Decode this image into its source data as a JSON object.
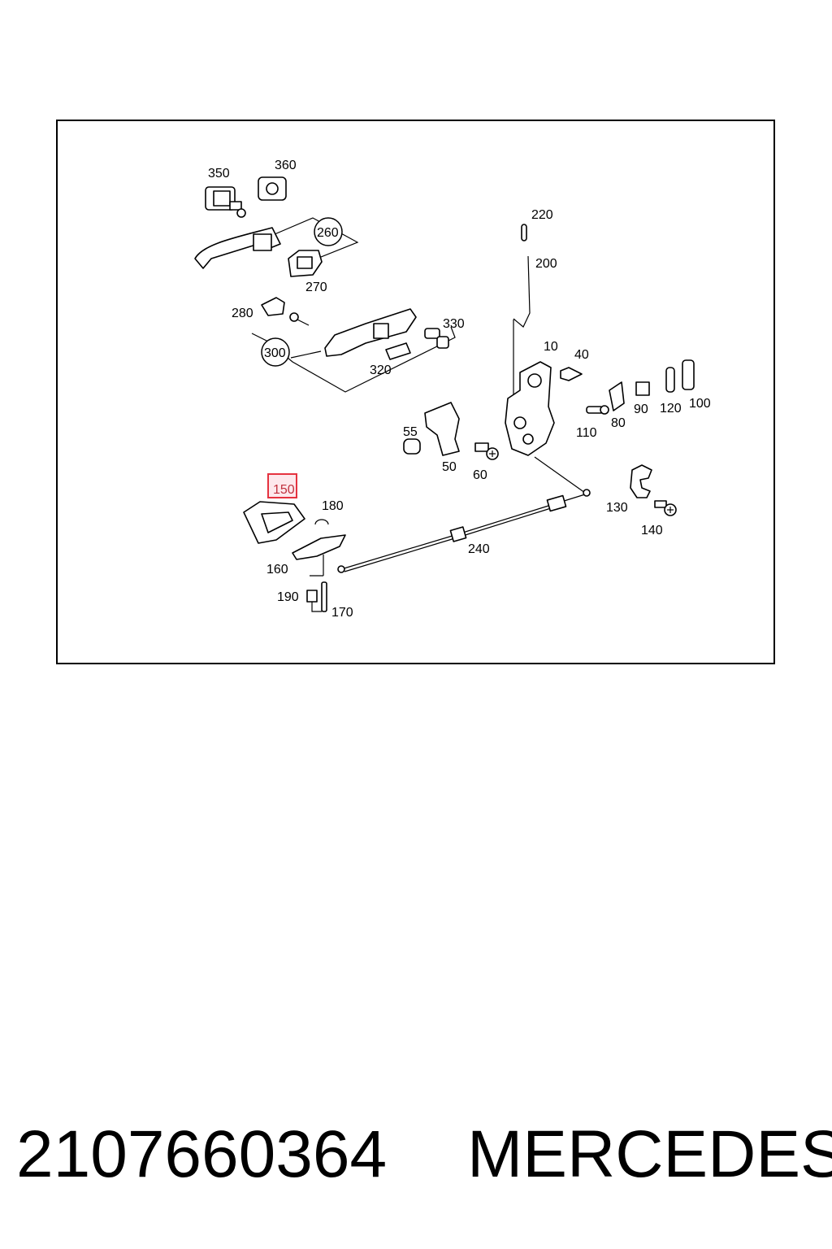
{
  "diagram": {
    "callouts": [
      {
        "id": "350",
        "label": "350"
      },
      {
        "id": "360",
        "label": "360"
      },
      {
        "id": "260",
        "label": "260",
        "circled": true
      },
      {
        "id": "270",
        "label": "270"
      },
      {
        "id": "220",
        "label": "220"
      },
      {
        "id": "200",
        "label": "200"
      },
      {
        "id": "280",
        "label": "280"
      },
      {
        "id": "330",
        "label": "330"
      },
      {
        "id": "300",
        "label": "300",
        "circled": true
      },
      {
        "id": "320",
        "label": "320"
      },
      {
        "id": "10",
        "label": "10"
      },
      {
        "id": "40",
        "label": "40"
      },
      {
        "id": "90",
        "label": "90"
      },
      {
        "id": "120",
        "label": "120"
      },
      {
        "id": "100",
        "label": "100"
      },
      {
        "id": "110",
        "label": "110"
      },
      {
        "id": "80",
        "label": "80"
      },
      {
        "id": "55",
        "label": "55"
      },
      {
        "id": "50",
        "label": "50"
      },
      {
        "id": "60",
        "label": "60"
      },
      {
        "id": "150",
        "label": "150",
        "highlighted": true
      },
      {
        "id": "180",
        "label": "180"
      },
      {
        "id": "130",
        "label": "130"
      },
      {
        "id": "140",
        "label": "140"
      },
      {
        "id": "240",
        "label": "240"
      },
      {
        "id": "160",
        "label": "160"
      },
      {
        "id": "190",
        "label": "190"
      },
      {
        "id": "170",
        "label": "170"
      }
    ],
    "highlight_color": "#e5323f"
  },
  "footer": {
    "part_number": "2107660364",
    "brand": "MERCEDES"
  }
}
